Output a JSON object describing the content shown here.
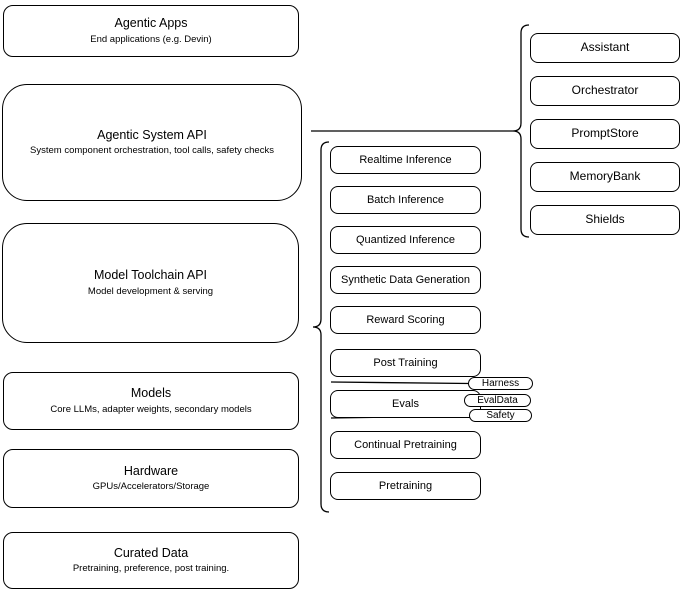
{
  "diagram": {
    "background_color": "#ffffff",
    "stroke_color": "#000000",
    "stack": [
      {
        "title": "Agentic Apps",
        "subtitle": "End applications (e.g. Devin)"
      },
      {
        "title": "Agentic System API",
        "subtitle": "System component orchestration, tool calls, safety checks"
      },
      {
        "title": "Model Toolchain API",
        "subtitle": "Model development & serving"
      },
      {
        "title": "Models",
        "subtitle": "Core LLMs, adapter weights, secondary models"
      },
      {
        "title": "Hardware",
        "subtitle": "GPUs/Accelerators/Storage"
      },
      {
        "title": "Curated Data",
        "subtitle": "Pretraining, preference, post training."
      }
    ],
    "toolchain_services": [
      "Realtime Inference",
      "Batch Inference",
      "Quantized Inference",
      "Synthetic Data Generation",
      "Reward Scoring",
      "Post Training",
      "Evals",
      "Continual Pretraining",
      "Pretraining"
    ],
    "eval_tags": [
      "Harness",
      "EvalData",
      "Safety"
    ],
    "system_components": [
      "Assistant",
      "Orchestrator",
      "PromptStore",
      "MemoryBank",
      "Shields"
    ]
  }
}
